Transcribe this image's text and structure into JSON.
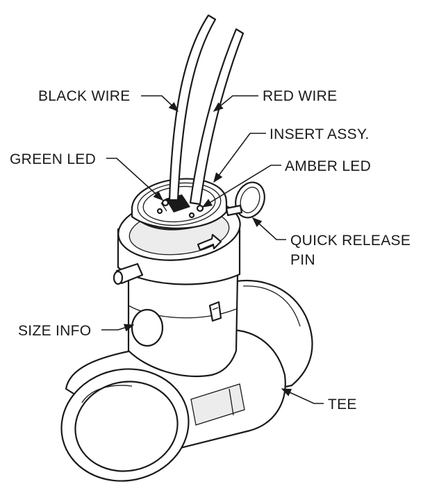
{
  "labels": {
    "black_wire": "BLACK WIRE",
    "red_wire": "RED WIRE",
    "insert_assy": "INSERT ASSY.",
    "green_led": "GREEN LED",
    "amber_led": "AMBER LED",
    "quick_release_pin_line1": "QUICK RELEASE",
    "quick_release_pin_line2": "PIN",
    "size_info": "SIZE INFO",
    "tee": "TEE"
  },
  "colors": {
    "line": "#1a1a1a",
    "background": "#ffffff"
  }
}
